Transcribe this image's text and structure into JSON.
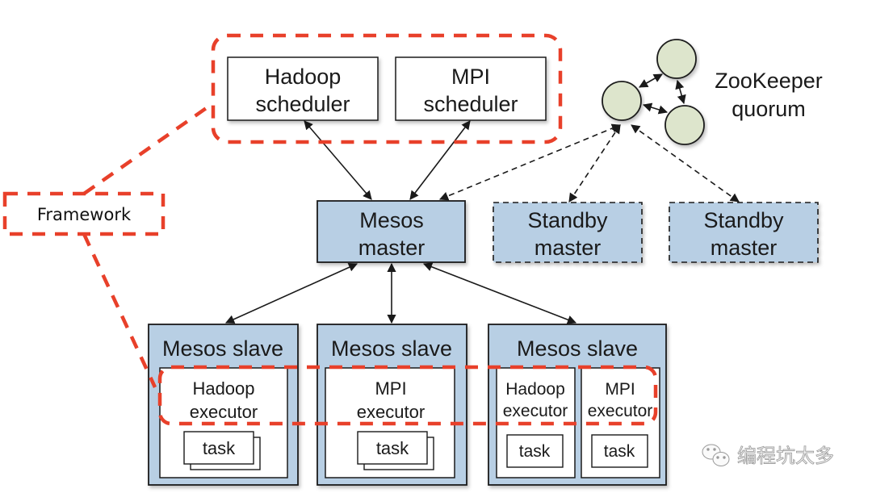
{
  "colors": {
    "framework_highlight": "#e8402a",
    "component_fill": "#b8cfe4",
    "zookeeper_node_fill": "#dde5cc",
    "stroke": "#1a1a1a",
    "box_fill": "#ffffff"
  },
  "schedulers": [
    {
      "line1": "Hadoop",
      "line2": "scheduler"
    },
    {
      "line1": "MPI",
      "line2": "scheduler"
    }
  ],
  "zookeeper": {
    "line1": "ZooKeeper",
    "line2": "quorum",
    "node_count": 3
  },
  "framework_label": "Framework",
  "masters": {
    "primary": {
      "line1": "Mesos",
      "line2": "master"
    },
    "standby": [
      {
        "line1": "Standby",
        "line2": "master"
      },
      {
        "line1": "Standby",
        "line2": "master"
      }
    ]
  },
  "slaves": [
    {
      "title": "Mesos slave",
      "executors": [
        {
          "line1": "Hadoop",
          "line2": "executor",
          "task": "task",
          "stacked": true
        }
      ]
    },
    {
      "title": "Mesos slave",
      "executors": [
        {
          "line1": "MPI",
          "line2": "executor",
          "task": "task",
          "stacked": true
        }
      ]
    },
    {
      "title": "Mesos slave",
      "executors": [
        {
          "line1": "Hadoop",
          "line2": "executor",
          "task": "task",
          "stacked": false
        },
        {
          "line1": "MPI",
          "line2": "executor",
          "task": "task",
          "stacked": false
        }
      ]
    }
  ],
  "watermark": {
    "icon": "wechat-icon",
    "text": "编程坑太多"
  }
}
